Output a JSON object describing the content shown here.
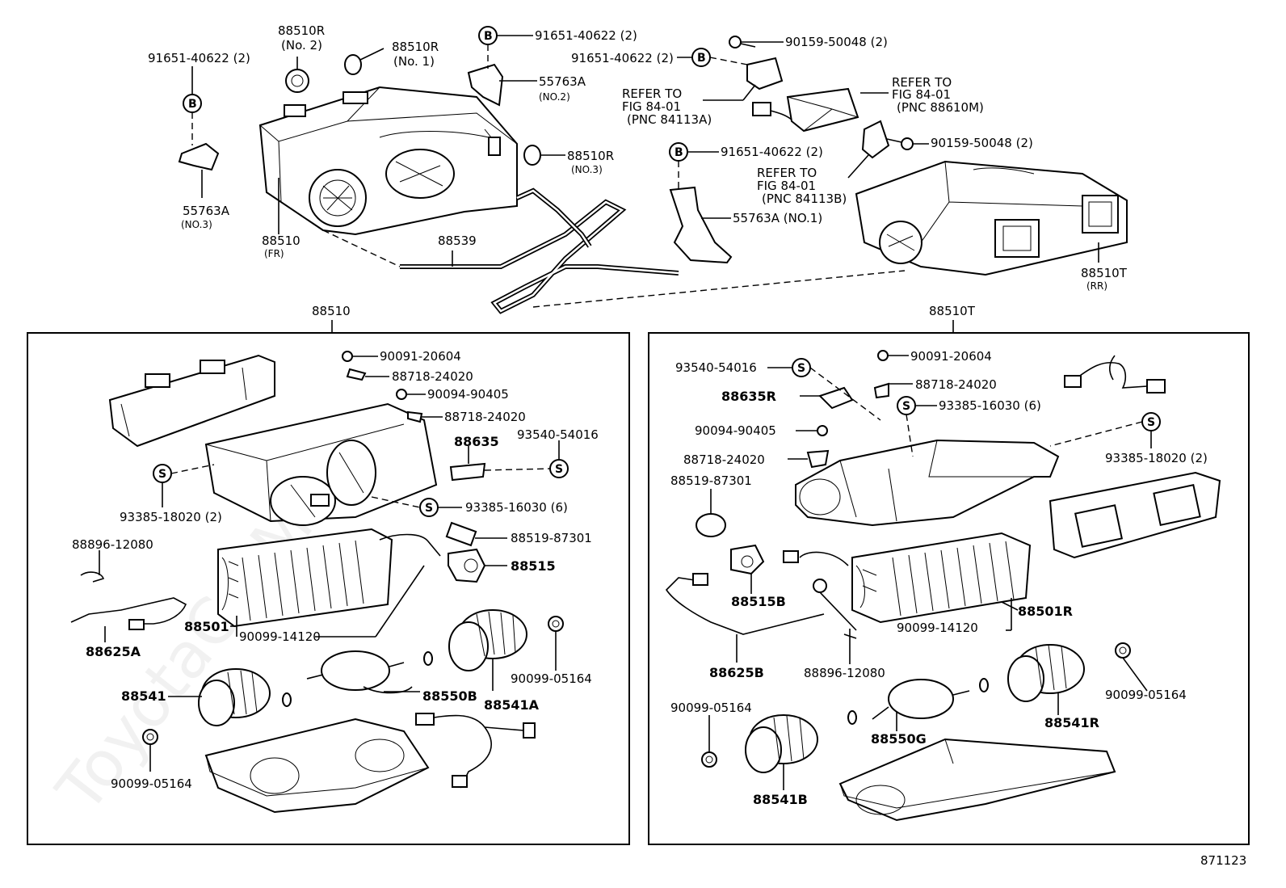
{
  "diagram": {
    "figure_number": "871123",
    "watermark": "ToyotaCarMir.ru",
    "top": {
      "labels": [
        "91651-40622 (2)",
        "88510R",
        "(No. 2)",
        "88510R",
        "(No. 1)",
        "91651-40622 (2)",
        "55763A",
        "(NO.2)",
        "90159-50048 (2)",
        "91651-40622 (2)",
        "REFER TO",
        "FIG 84-01",
        "(PNC 84113A)",
        "REFER TO",
        "FIG 84-01",
        "(PNC 88610M)",
        "90159-50048 (2)",
        "REFER TO",
        "FIG 84-01",
        "(PNC 84113B)",
        "91651-40622 (2)",
        "55763A (NO.1)",
        "88510R",
        "(NO.3)",
        "55763A",
        "(NO.3)",
        "88510",
        "(FR)",
        "88539",
        "88510T",
        "(RR)"
      ]
    },
    "left_box": {
      "title": "88510",
      "labels": [
        "90091-20604",
        "88718-24020",
        "90094-90405",
        "88718-24020",
        "88635",
        "93540-54016",
        "93385-18020 (2)",
        "93385-16030 (6)",
        "88896-12080",
        "88519-87301",
        "88515",
        "88501",
        "90099-14120",
        "88625A",
        "90099-05164",
        "88541",
        "88550B",
        "88541A",
        "90099-05164"
      ]
    },
    "right_box": {
      "title": "88510T",
      "labels": [
        "93540-54016",
        "90091-20604",
        "88718-24020",
        "88635R",
        "93385-16030 (6)",
        "90094-90405",
        "93385-18020 (2)",
        "88718-24020",
        "88519-87301",
        "88515B",
        "88501R",
        "90099-14120",
        "88625B",
        "88896-12080",
        "90099-05164",
        "88541R",
        "90099-05164",
        "88550G",
        "88541B"
      ]
    },
    "markers": {
      "b": "B",
      "s": "S"
    }
  }
}
